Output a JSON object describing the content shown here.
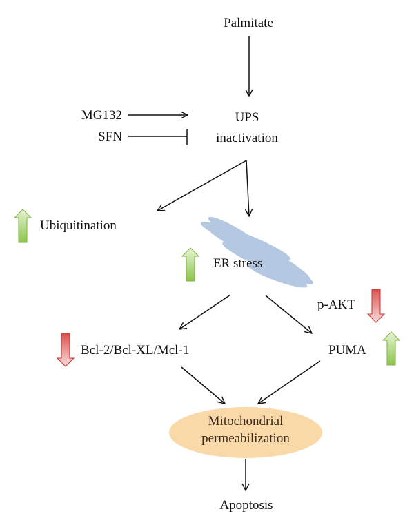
{
  "nodes": {
    "palmitate": "Palmitate",
    "mg132": "MG132",
    "sfn": "SFN",
    "ups_line1": "UPS",
    "ups_line2": "inactivation",
    "ubiquitination": "Ubiquitination",
    "er_stress": "ER stress",
    "p_akt": "p-AKT",
    "bcl": "Bcl-2/Bcl-XL/Mcl-1",
    "puma": "PUMA",
    "mito_line1": "Mitochondrial",
    "mito_line2": "permeabilization",
    "apoptosis": "Apoptosis"
  },
  "colors": {
    "up_arrow_green": "#8bc34a",
    "down_arrow_red": "#d9534f",
    "mito_fill": "#fad9a8",
    "er_blue": "#a9bfdc"
  },
  "indicators": {
    "ubiquitination": "up",
    "er_stress": "up",
    "p_akt": "down",
    "bcl": "down",
    "puma": "up"
  }
}
